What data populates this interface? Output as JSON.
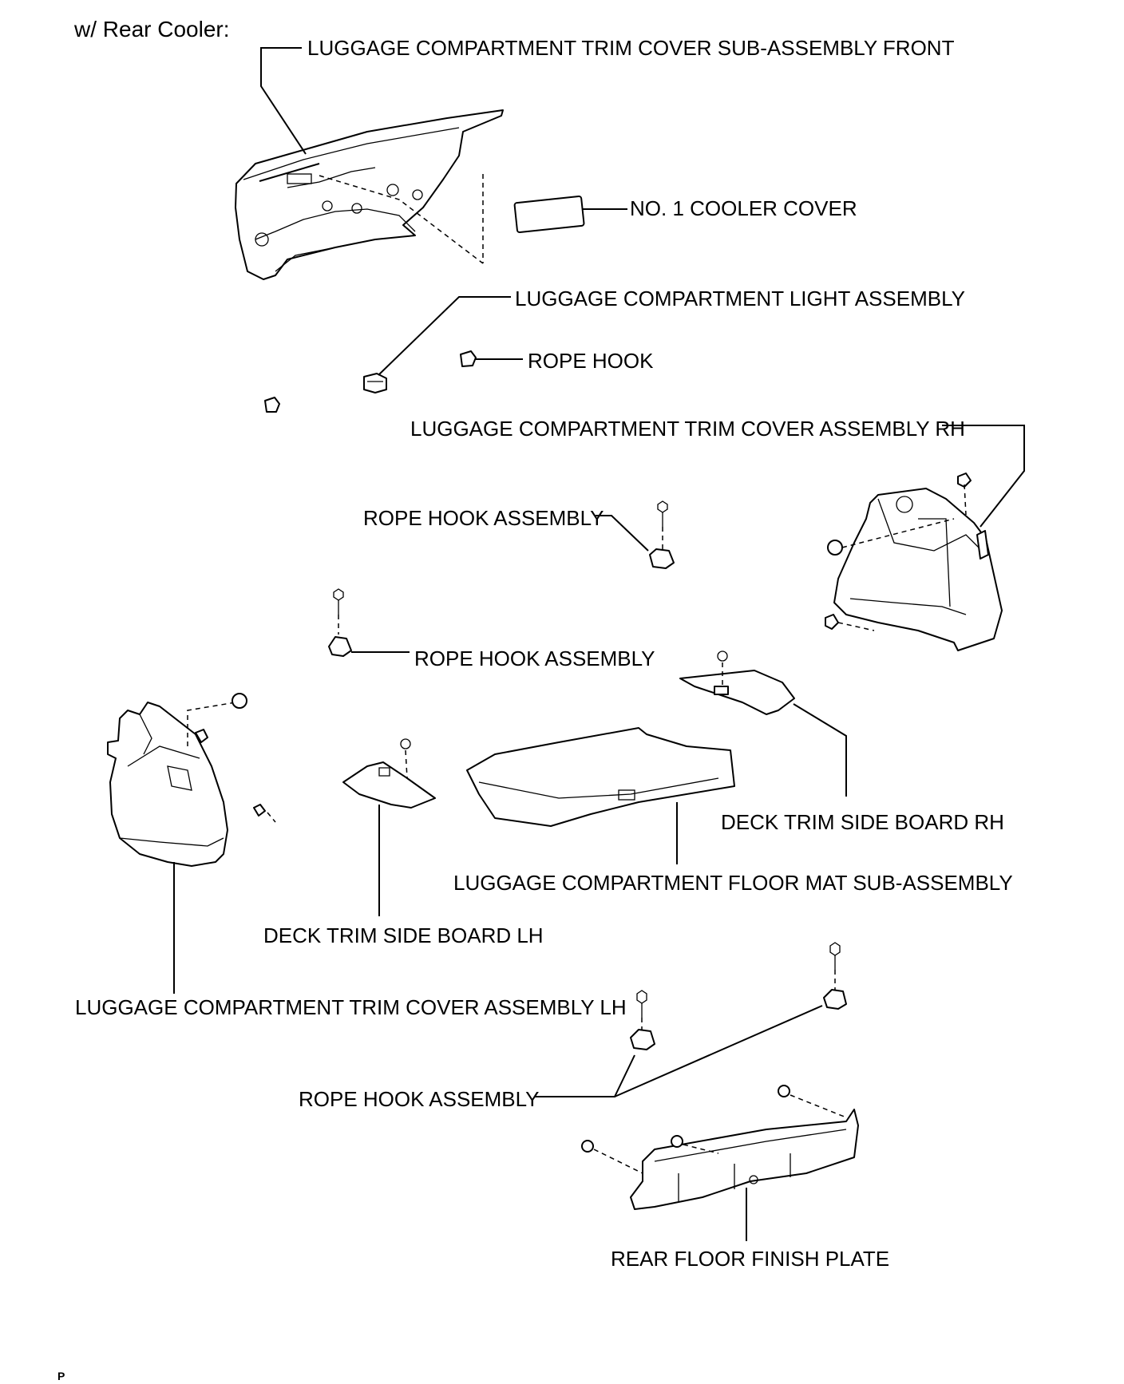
{
  "diagram": {
    "title": "w/ Rear Cooler:",
    "figure_code": "P",
    "labels": {
      "trim_front": "LUGGAGE COMPARTMENT TRIM COVER SUB-ASSEMBLY FRONT",
      "cooler_cover": "NO. 1 COOLER COVER",
      "light_assembly": "LUGGAGE COMPARTMENT LIGHT ASSEMBLY",
      "rope_hook": "ROPE HOOK",
      "trim_rh": "LUGGAGE COMPARTMENT TRIM COVER ASSEMBLY RH",
      "rope_hook_assembly_1": "ROPE HOOK ASSEMBLY",
      "rope_hook_assembly_2": "ROPE HOOK ASSEMBLY",
      "deck_board_rh": "DECK TRIM SIDE BOARD RH",
      "floor_mat": "LUGGAGE COMPARTMENT FLOOR MAT SUB-ASSEMBLY",
      "deck_board_lh": "DECK TRIM SIDE BOARD LH",
      "trim_lh": "LUGGAGE COMPARTMENT TRIM COVER ASSEMBLY LH",
      "rope_hook_assembly_3": "ROPE HOOK ASSEMBLY",
      "rear_floor_plate": "REAR FLOOR FINISH PLATE"
    }
  }
}
